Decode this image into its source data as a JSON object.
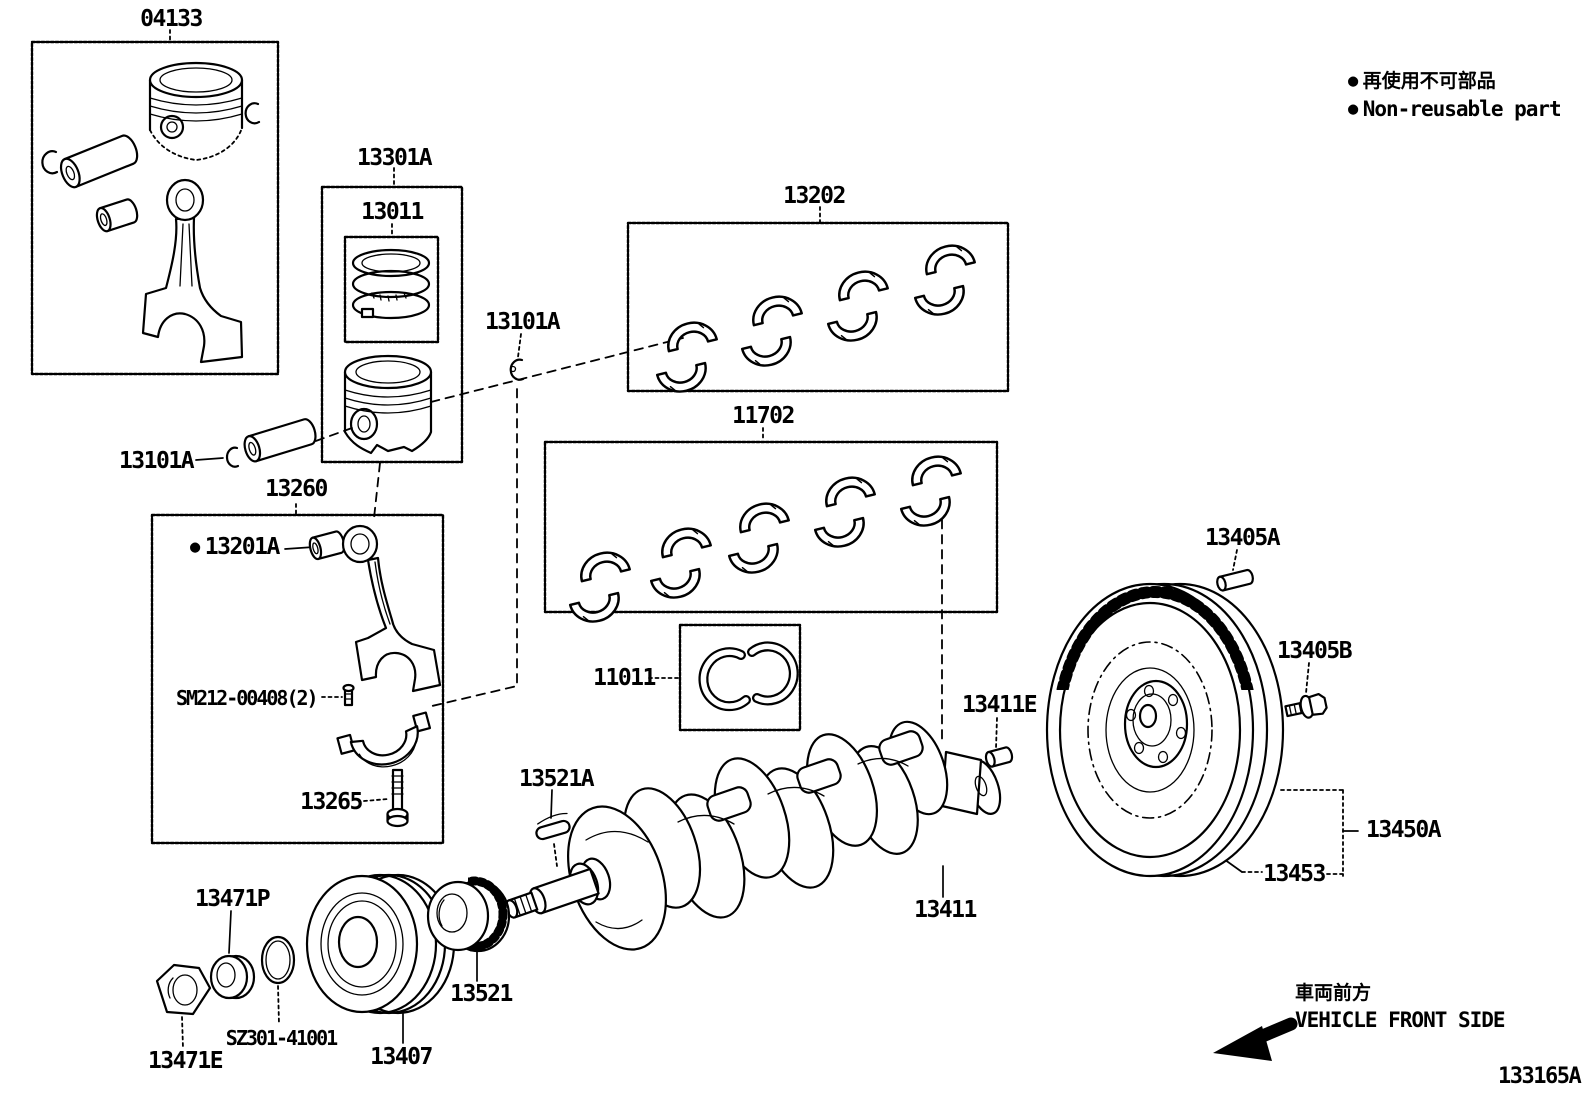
{
  "page": {
    "background": "#ffffff",
    "ink": "#000000"
  },
  "legend": {
    "bullet": "●",
    "jp": "再使用不可部品",
    "en": "Non-reusable part"
  },
  "front_marker": {
    "jp": "車両前方",
    "en": "VEHICLE FRONT SIDE"
  },
  "diagram_number": "133165A",
  "callouts": {
    "c04133": "04133",
    "c13301a": "13301A",
    "c13011": "13011",
    "c13101a_upper": "13101A",
    "c13101a_left": "13101A",
    "c13202": "13202",
    "c11702": "11702",
    "c13260": "13260",
    "c13201a": "13201A",
    "sm212": "SM212-00408(2)",
    "c13265": "13265",
    "c11011": "11011",
    "c13521a": "13521A",
    "c13411": "13411",
    "c13411e": "13411E",
    "c13405a": "13405A",
    "c13405b": "13405B",
    "c13450a": "13450A",
    "c13453": "13453",
    "c13471p": "13471P",
    "c13471e": "13471E",
    "sz301": "SZ301-41001",
    "c13407": "13407",
    "c13521": "13521"
  }
}
